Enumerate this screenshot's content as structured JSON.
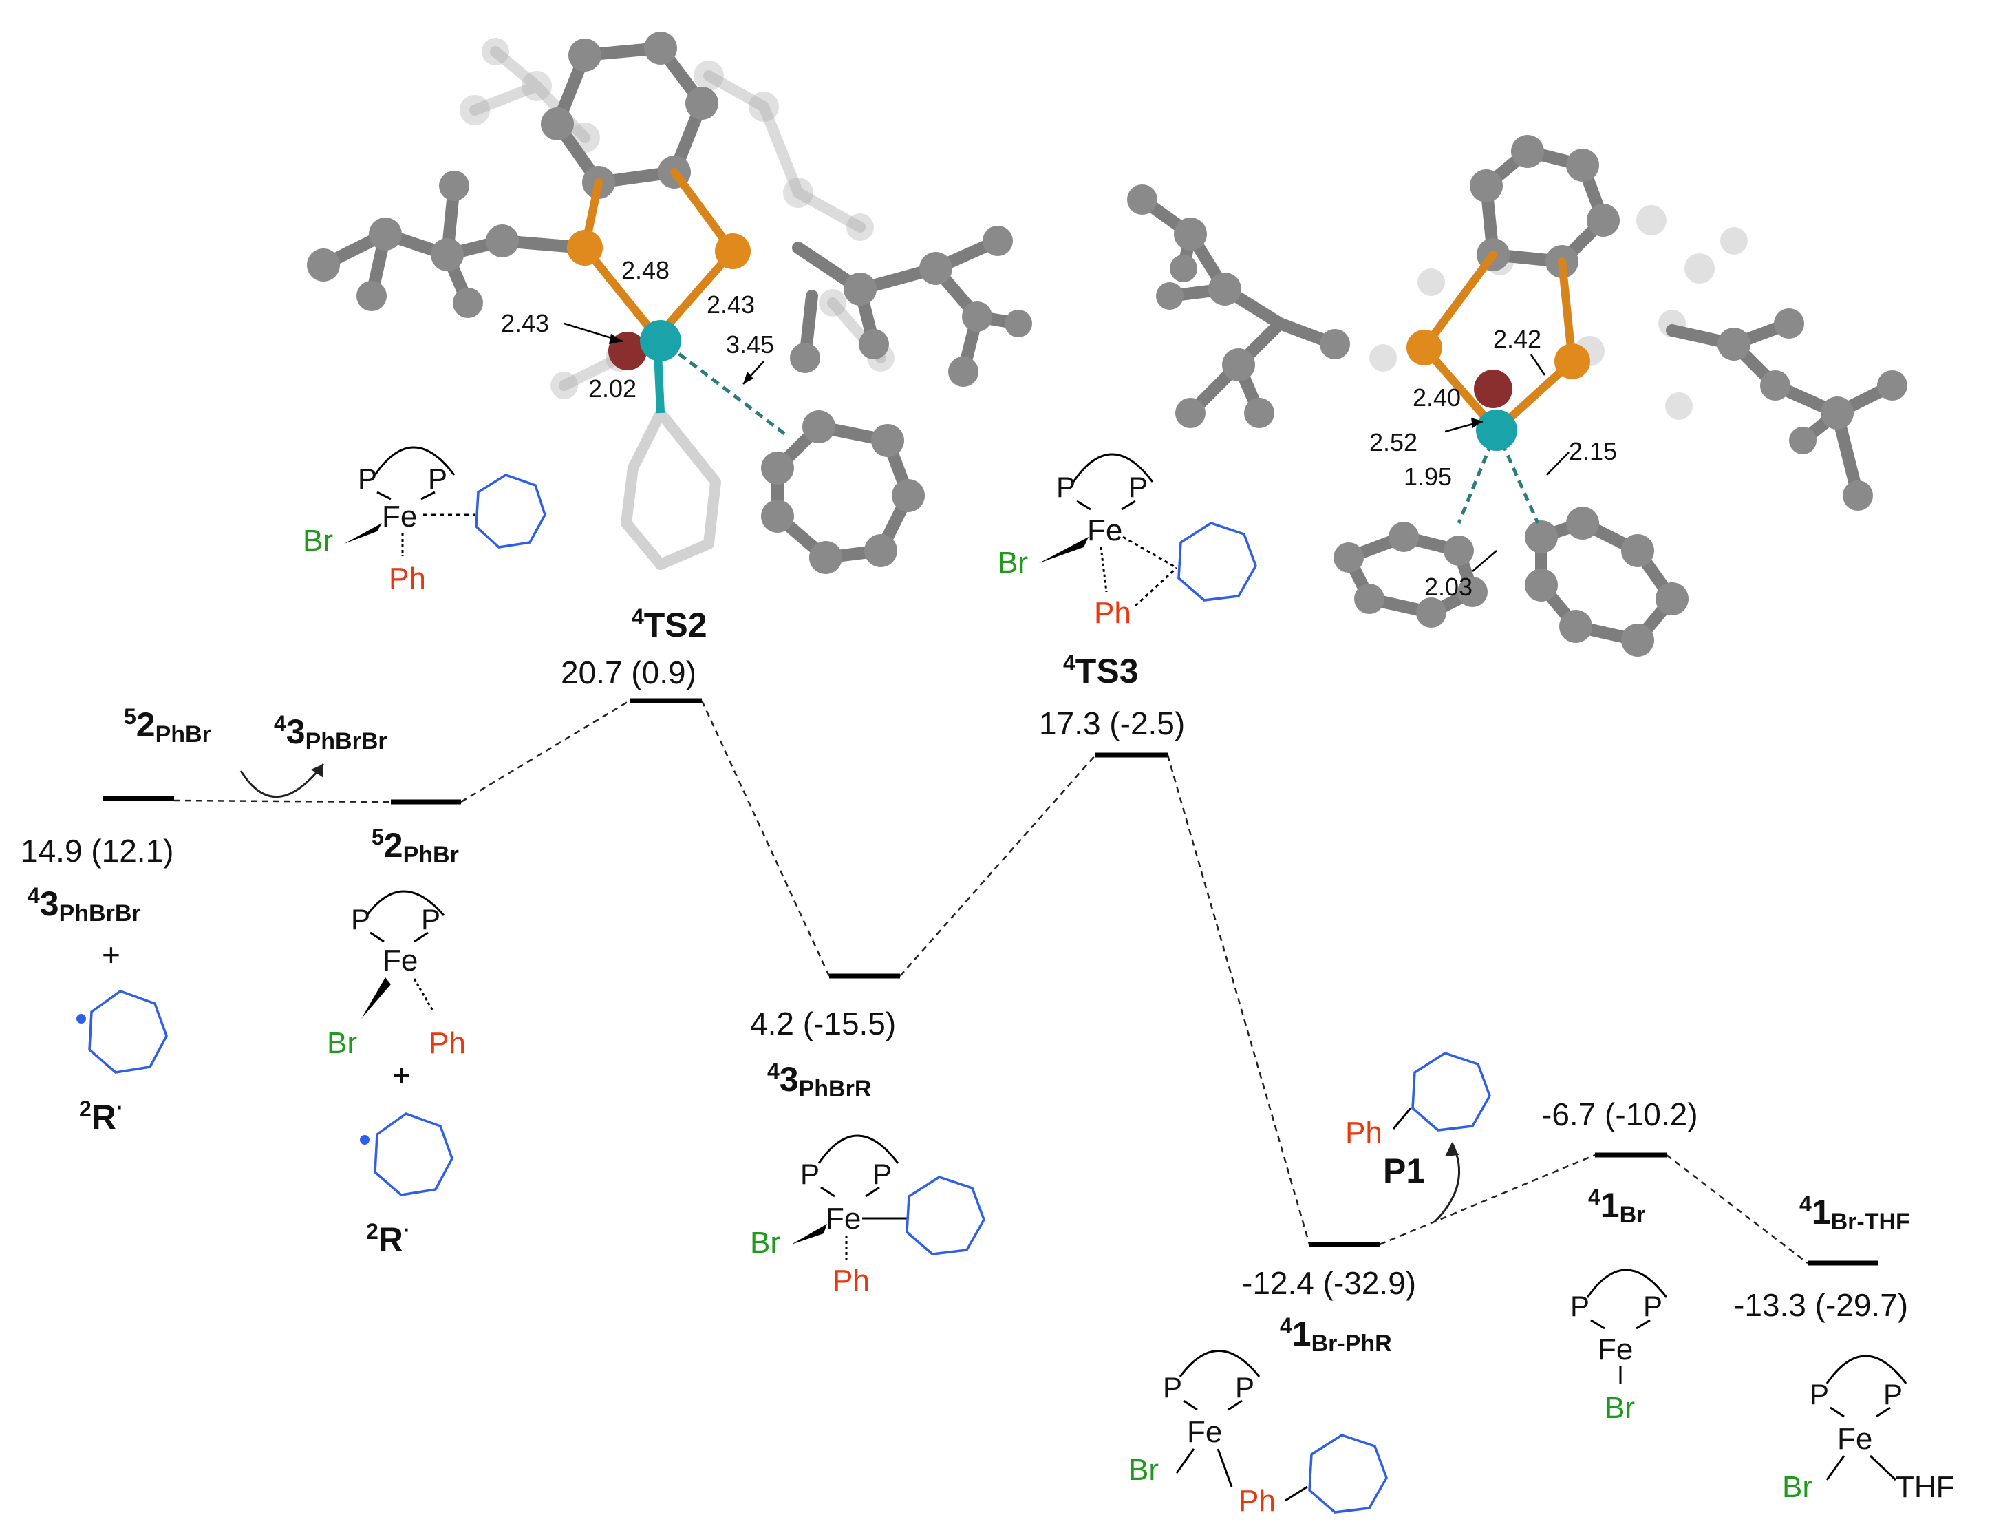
{
  "states": [
    {
      "name_main": "5",
      "name_num": "2",
      "name_sub": "PhBr",
      "energy": "14.9 (12.1)"
    },
    {
      "name_main": "5",
      "name_num": "2",
      "name_sub": "PhBr",
      "energy": ""
    },
    {
      "name_main": "4",
      "name_num": "TS2",
      "name_sub": "",
      "energy": "20.7 (0.9)"
    },
    {
      "name_main": "4",
      "name_num": "3",
      "name_sub": "PhBrR",
      "energy": "4.2 (-15.5)"
    },
    {
      "name_main": "4",
      "name_num": "TS3",
      "name_sub": "",
      "energy": "17.3 (-2.5)"
    },
    {
      "name_main": "4",
      "name_num": "1",
      "name_sub": "Br-PhR",
      "energy": "-12.4 (-32.9)"
    },
    {
      "name_main": "4",
      "name_num": "1",
      "name_sub": "Br",
      "energy": "-6.7 (-10.2)"
    },
    {
      "name_main": "4",
      "name_num": "1",
      "name_sub": "Br-THF",
      "energy": "-13.3 (-29.7)"
    }
  ],
  "labels": {
    "start_label": {
      "sup": "4",
      "num": "3",
      "sub": "PhBrBr"
    },
    "arrow_label": {
      "sup": "4",
      "num": "3",
      "sub": "PhBrBr"
    },
    "radical": {
      "sup": "2",
      "num": "R",
      "dot": "·"
    },
    "plus": "+",
    "product": "P1"
  },
  "atoms": {
    "P": "P",
    "Fe": "Fe",
    "Br": "Br",
    "Ph": "Ph",
    "THF": "THF"
  },
  "distances_ts2": [
    "2.48",
    "2.43",
    "2.43",
    "3.45",
    "2.02"
  ],
  "distances_ts3": [
    "2.42",
    "2.40",
    "2.52",
    "1.95",
    "2.15",
    "2.03"
  ],
  "colors": {
    "bromine": "#1f9a1f",
    "phenyl": "#e8380d",
    "ring": "#2f5fe6",
    "iron": "#1aa3a8",
    "phosphorus": "#e0891c",
    "carbon": "#8a8a8a"
  }
}
